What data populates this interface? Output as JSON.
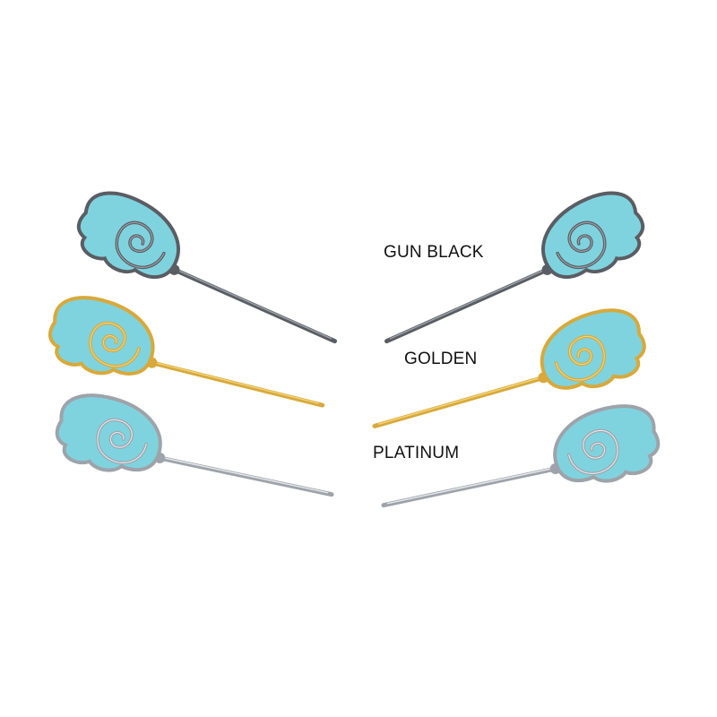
{
  "product": {
    "variants": [
      {
        "label": "GUN BLACK",
        "metal_color": "#5a5d63",
        "metal_highlight": "#9aa0a8"
      },
      {
        "label": "GOLDEN",
        "metal_color": "#d8a93a",
        "metal_highlight": "#f3d27a"
      },
      {
        "label": "PLATINUM",
        "metal_color": "#9ea3aa",
        "metal_highlight": "#e4e7ea"
      }
    ],
    "enamel_color": "#7fd3de",
    "enamel_shade": "#5cc0cf"
  }
}
